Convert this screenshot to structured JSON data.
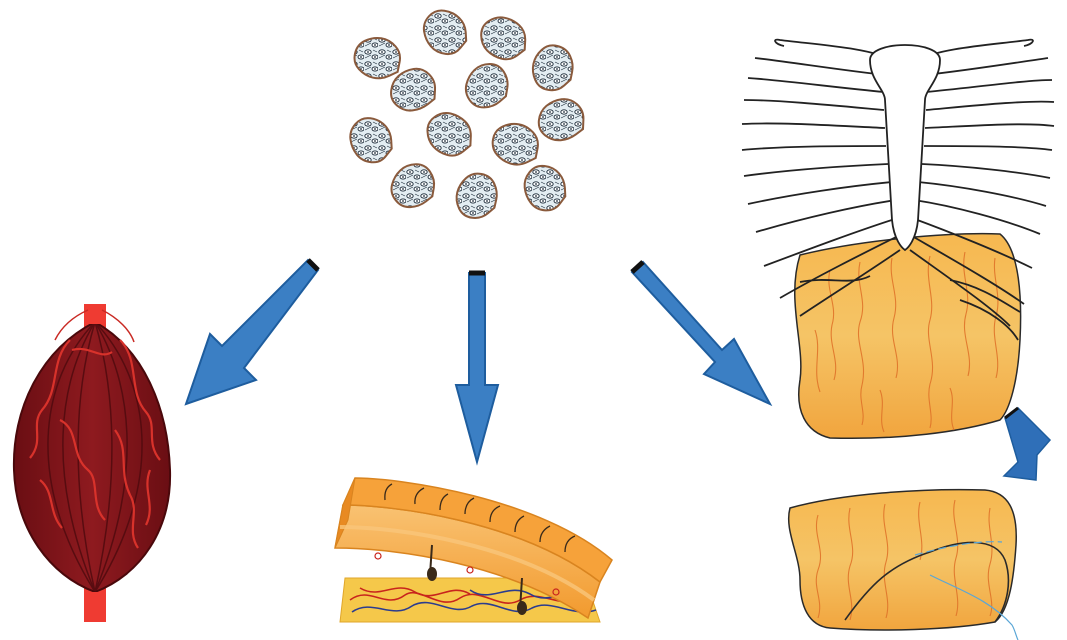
{
  "diagram": {
    "source": {
      "name": "cell-spheroid-cluster",
      "spheroid_count": 13
    },
    "targets": [
      {
        "name": "skeletal-muscle"
      },
      {
        "name": "skin-graft"
      },
      {
        "name": "liver-lobe-under-ribcage"
      },
      {
        "name": "resected-liver-tissue"
      }
    ],
    "arrows": [
      {
        "name": "arrow-to-muscle"
      },
      {
        "name": "arrow-to-skin"
      },
      {
        "name": "arrow-to-liver"
      },
      {
        "name": "curved-arrow-to-resected-liver"
      }
    ],
    "colors": {
      "arrow_fill": "#3b7fc4",
      "arrow_stroke": "#1e5d9e",
      "arrow_tail": "#111111",
      "spheroid_fill": "#dfe9ef",
      "spheroid_border": "#8a5a3c",
      "muscle_fill": "#7d1217",
      "muscle_dark": "#5e0c10",
      "vessel_red": "#d8322b",
      "tendon_red": "#ef3b32",
      "skin_orange": "#f4a43a",
      "skin_light": "#f8bd67",
      "dermis_yellow": "#f5c84a",
      "liver_orange": "#f3ae48",
      "liver_vein": "#e0742a",
      "rib_stroke": "#222222",
      "thread_blue": "#5aa6d6"
    }
  }
}
